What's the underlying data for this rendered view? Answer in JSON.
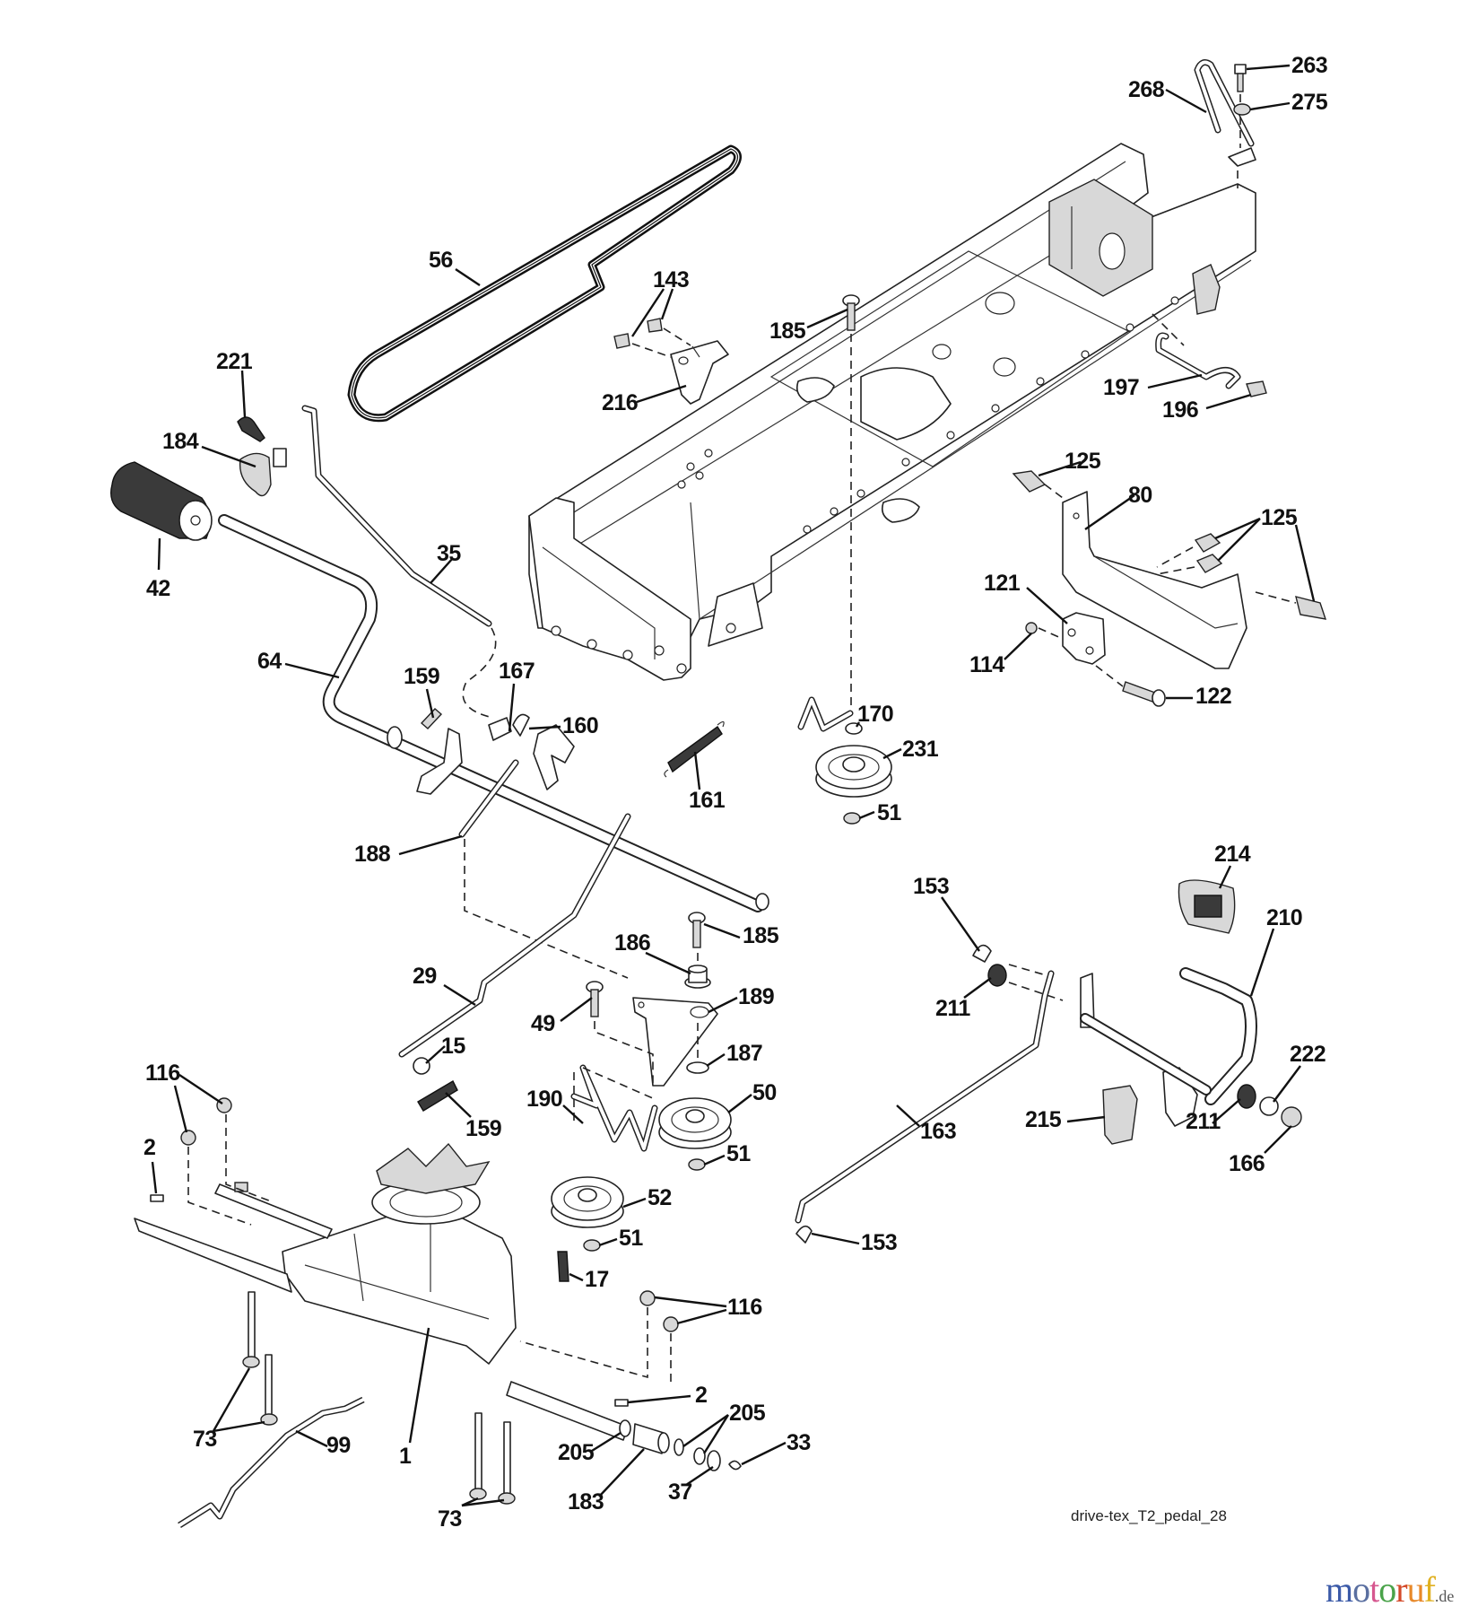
{
  "diagram": {
    "title": "drive-tex_T2_pedal_28",
    "parts": [
      {
        "id": "p268",
        "label": "268",
        "name": "rod"
      },
      {
        "id": "p263",
        "label": "263",
        "name": "screw"
      },
      {
        "id": "p275",
        "label": "275",
        "name": "washer"
      },
      {
        "id": "p56",
        "label": "56",
        "name": "drive-belt"
      },
      {
        "id": "p143",
        "label": "143",
        "name": "bolts"
      },
      {
        "id": "p185a",
        "label": "185",
        "name": "bolt"
      },
      {
        "id": "p216",
        "label": "216",
        "name": "bracket"
      },
      {
        "id": "p221",
        "label": "221",
        "name": "clip"
      },
      {
        "id": "p184",
        "label": "184",
        "name": "knob"
      },
      {
        "id": "p197",
        "label": "197",
        "name": "rod"
      },
      {
        "id": "p196",
        "label": "196",
        "name": "bolt"
      },
      {
        "id": "p125a",
        "label": "125",
        "name": "bolt"
      },
      {
        "id": "p80",
        "label": "80",
        "name": "guard"
      },
      {
        "id": "p125b",
        "label": "125",
        "name": "bolts"
      },
      {
        "id": "p42",
        "label": "42",
        "name": "grip"
      },
      {
        "id": "p35",
        "label": "35",
        "name": "rod"
      },
      {
        "id": "p121",
        "label": "121",
        "name": "bracket"
      },
      {
        "id": "p114",
        "label": "114",
        "name": "nut"
      },
      {
        "id": "p122",
        "label": "122",
        "name": "bolt"
      },
      {
        "id": "p64",
        "label": "64",
        "name": "shift-lever"
      },
      {
        "id": "p159a",
        "label": "159",
        "name": "pin"
      },
      {
        "id": "p167",
        "label": "167",
        "name": "link"
      },
      {
        "id": "p160",
        "label": "160",
        "name": "clip"
      },
      {
        "id": "p170",
        "label": "170",
        "name": "washer"
      },
      {
        "id": "p231",
        "label": "231",
        "name": "idler-pulley"
      },
      {
        "id": "p161",
        "label": "161",
        "name": "spring"
      },
      {
        "id": "p51a",
        "label": "51",
        "name": "nut"
      },
      {
        "id": "p188",
        "label": "188",
        "name": "rod"
      },
      {
        "id": "p214",
        "label": "214",
        "name": "pedal-pad"
      },
      {
        "id": "p153a",
        "label": "153",
        "name": "clip"
      },
      {
        "id": "p210",
        "label": "210",
        "name": "pedal"
      },
      {
        "id": "p186",
        "label": "186",
        "name": "bushing"
      },
      {
        "id": "p185b",
        "label": "185",
        "name": "bolt"
      },
      {
        "id": "p29",
        "label": "29",
        "name": "rod"
      },
      {
        "id": "p189",
        "label": "189",
        "name": "idler-arm"
      },
      {
        "id": "p211a",
        "label": "211",
        "name": "bushing"
      },
      {
        "id": "p49",
        "label": "49",
        "name": "bolt"
      },
      {
        "id": "p15",
        "label": "15",
        "name": "washer"
      },
      {
        "id": "p187",
        "label": "187",
        "name": "washer"
      },
      {
        "id": "p222",
        "label": "222",
        "name": "washer"
      },
      {
        "id": "p116a",
        "label": "116",
        "name": "nuts"
      },
      {
        "id": "p50",
        "label": "50",
        "name": "pulley"
      },
      {
        "id": "p190",
        "label": "190",
        "name": "spring"
      },
      {
        "id": "p215",
        "label": "215",
        "name": "pad"
      },
      {
        "id": "p211b",
        "label": "211",
        "name": "bushing"
      },
      {
        "id": "p163",
        "label": "163",
        "name": "rod"
      },
      {
        "id": "p159b",
        "label": "159",
        "name": "bolt"
      },
      {
        "id": "p2a",
        "label": "2",
        "name": "key"
      },
      {
        "id": "p51b",
        "label": "51",
        "name": "nut"
      },
      {
        "id": "p166",
        "label": "166",
        "name": "retainer"
      },
      {
        "id": "p52",
        "label": "52",
        "name": "pulley"
      },
      {
        "id": "p51c",
        "label": "51",
        "name": "nut"
      },
      {
        "id": "p153b",
        "label": "153",
        "name": "clip"
      },
      {
        "id": "p17",
        "label": "17",
        "name": "spring"
      },
      {
        "id": "p116b",
        "label": "116",
        "name": "nuts"
      },
      {
        "id": "p2b",
        "label": "2",
        "name": "key"
      },
      {
        "id": "p205a",
        "label": "205",
        "name": "washers"
      },
      {
        "id": "p33",
        "label": "33",
        "name": "ring"
      },
      {
        "id": "p99",
        "label": "99",
        "name": "rod"
      },
      {
        "id": "p73a",
        "label": "73",
        "name": "bolts"
      },
      {
        "id": "p1",
        "label": "1",
        "name": "transaxle"
      },
      {
        "id": "p205b",
        "label": "205",
        "name": "washer"
      },
      {
        "id": "p37",
        "label": "37",
        "name": "washer"
      },
      {
        "id": "p183",
        "label": "183",
        "name": "spacer"
      },
      {
        "id": "p73b",
        "label": "73",
        "name": "bolts"
      }
    ]
  },
  "watermark": {
    "letters": [
      {
        "ch": "m",
        "color": "#3b5aa8"
      },
      {
        "ch": "o",
        "color": "#5a6fa0"
      },
      {
        "ch": "t",
        "color": "#d6578f"
      },
      {
        "ch": "o",
        "color": "#4aa34a"
      },
      {
        "ch": "r",
        "color": "#d44a2a"
      },
      {
        "ch": "u",
        "color": "#e8892a"
      },
      {
        "ch": "f",
        "color": "#e0b020"
      }
    ],
    "tld": ".de"
  }
}
